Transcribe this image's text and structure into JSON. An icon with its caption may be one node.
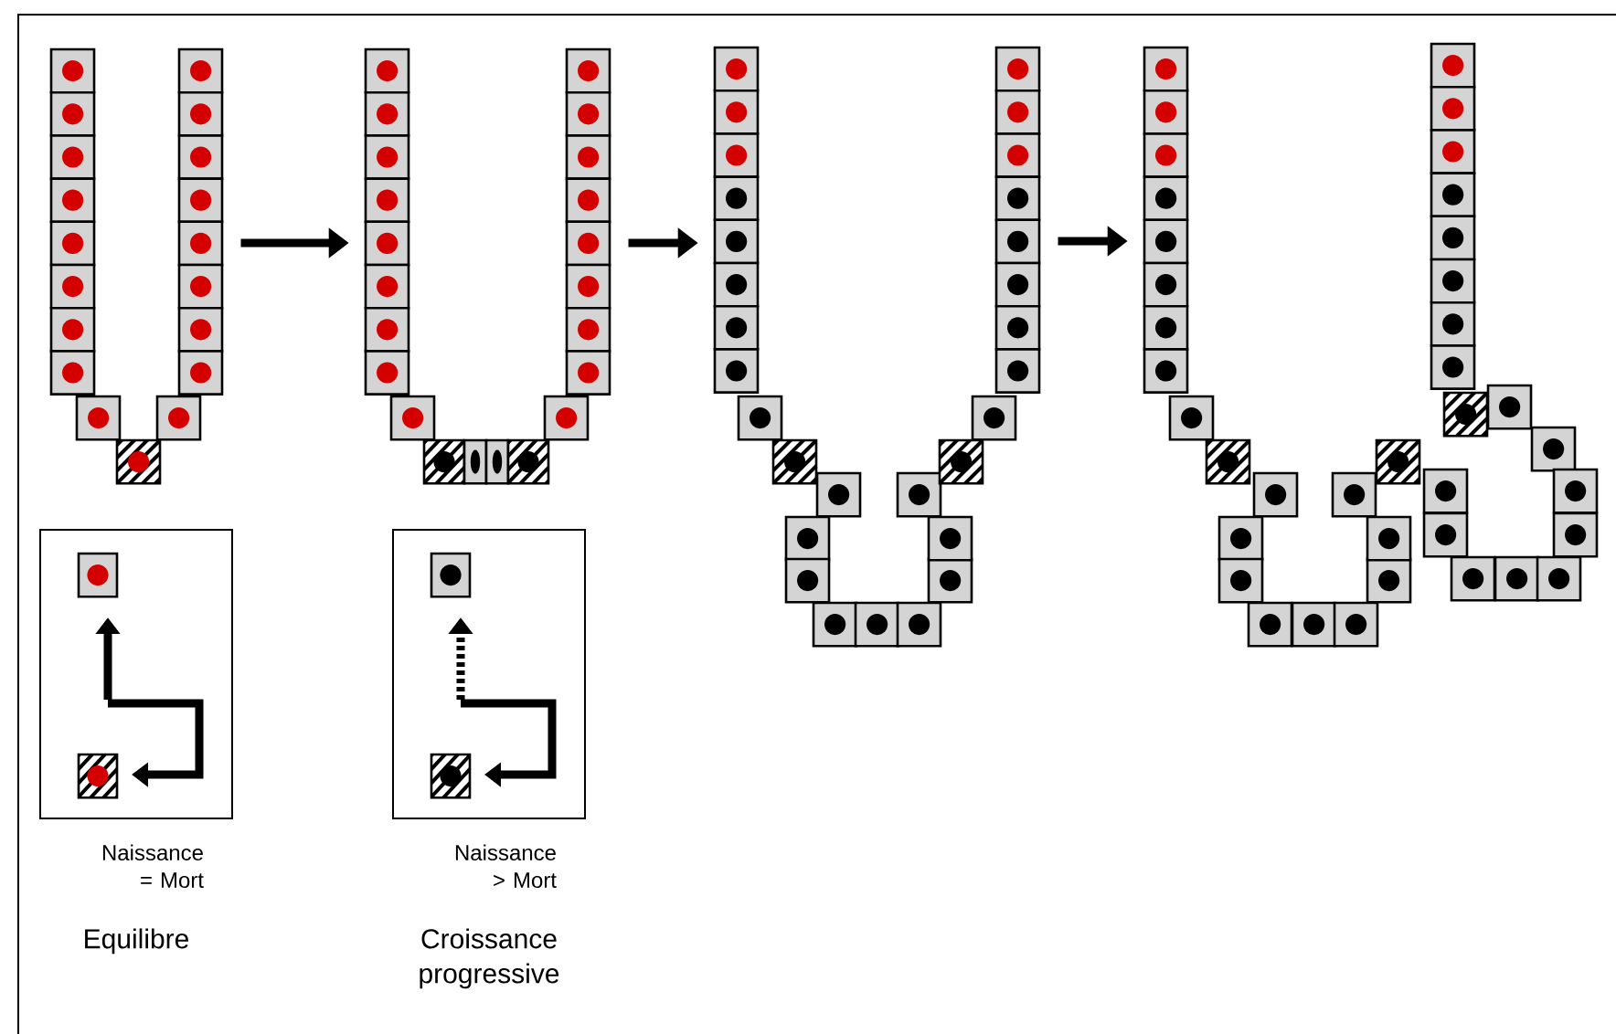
{
  "diagram": {
    "nodes": [
      {
        "text": [],
        "shape": "picture"
      },
      {
        "text": [],
        "shape": "picture"
      },
      {
        "text": [],
        "shape": "picture"
      },
      {
        "text": [],
        "shape": "picture"
      },
      {
        "text": [
          "Naissance = Mort",
          "Equilibre"
        ]
      },
      {
        "text": [
          "Naissance > Mort",
          "Croissance progressive"
        ]
      }
    ],
    "edges": [
      {
        "from": 0,
        "to": 1,
        "arrow": "to"
      },
      {
        "from": 1,
        "to": 2,
        "arrow": "to"
      },
      {
        "from": 2,
        "to": 3,
        "arrow": "to"
      }
    ]
  }
}
